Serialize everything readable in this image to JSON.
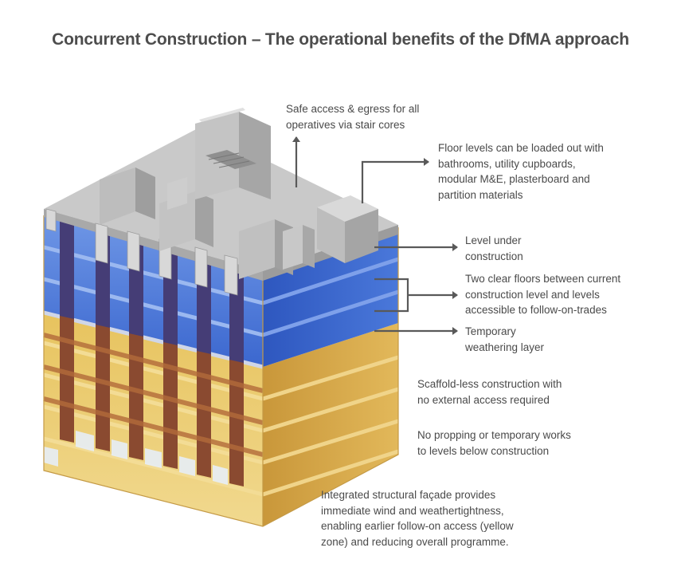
{
  "title": "Concurrent Construction – The operational benefits of the DfMA approach",
  "annotations": {
    "stair_access": [
      "Safe access & egress for all",
      "operatives via stair cores"
    ],
    "floor_loadout": [
      "Floor levels can be loaded out with",
      "bathrooms, utility cupboards,",
      "modular M&E, plasterboard and",
      "partition materials"
    ],
    "level_under_construction": [
      "Level under",
      "construction"
    ],
    "two_clear_floors": [
      "Two clear floors between current",
      "construction level and levels",
      "accessible to follow-on-trades"
    ],
    "weathering_layer": [
      "Temporary",
      "weathering layer"
    ],
    "scaffold_less": [
      "Scaffold-less construction with",
      "no external access required"
    ],
    "no_propping": [
      "No propping or temporary works",
      "to levels below construction"
    ],
    "integrated_facade": [
      "Integrated structural façade provides",
      "immediate wind and weathertightness,",
      "enabling earlier follow-on access (yellow",
      "zone) and reducing overall programme."
    ]
  },
  "colors": {
    "arrow": "#595959",
    "yellow_zone": "#e9c25a",
    "blue_zone": "#3f6fd6",
    "concrete": "#b9b9b9",
    "brick": "#7a3a2c"
  }
}
